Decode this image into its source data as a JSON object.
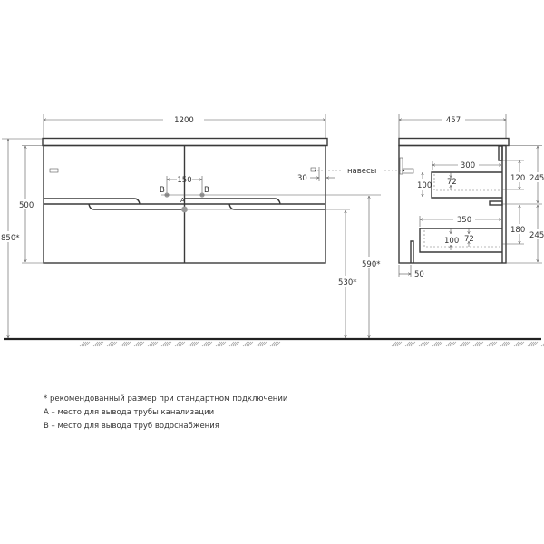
{
  "front_view": {
    "width": "1200",
    "height_total": "850*",
    "body_height": "500",
    "water_spacing": "150",
    "hinge_offset": "30",
    "hinge_label": "навесы",
    "label_b": "B",
    "label_a": "A",
    "water_height": "590*",
    "drain_height": "530*"
  },
  "side_view": {
    "depth": "457",
    "upper_drawer_depth": "300",
    "upper_drawer_height": "100",
    "upper_drawer_inner": "72",
    "upper_offset": "120",
    "upper_section": "245",
    "lower_drawer_depth": "350",
    "lower_drawer_height": "100",
    "lower_drawer_inner": "72",
    "lower_offset": "180",
    "lower_section": "245",
    "back_offset": "50"
  },
  "notes": [
    "* рекомендованный размер при стандартном подключении",
    "А – место для вывода трубы канализации",
    "В – место для вывода труб водоснабжения"
  ],
  "colors": {
    "line": "#3a3a3a",
    "dimension": "#555555",
    "connection_point": "#999999"
  }
}
